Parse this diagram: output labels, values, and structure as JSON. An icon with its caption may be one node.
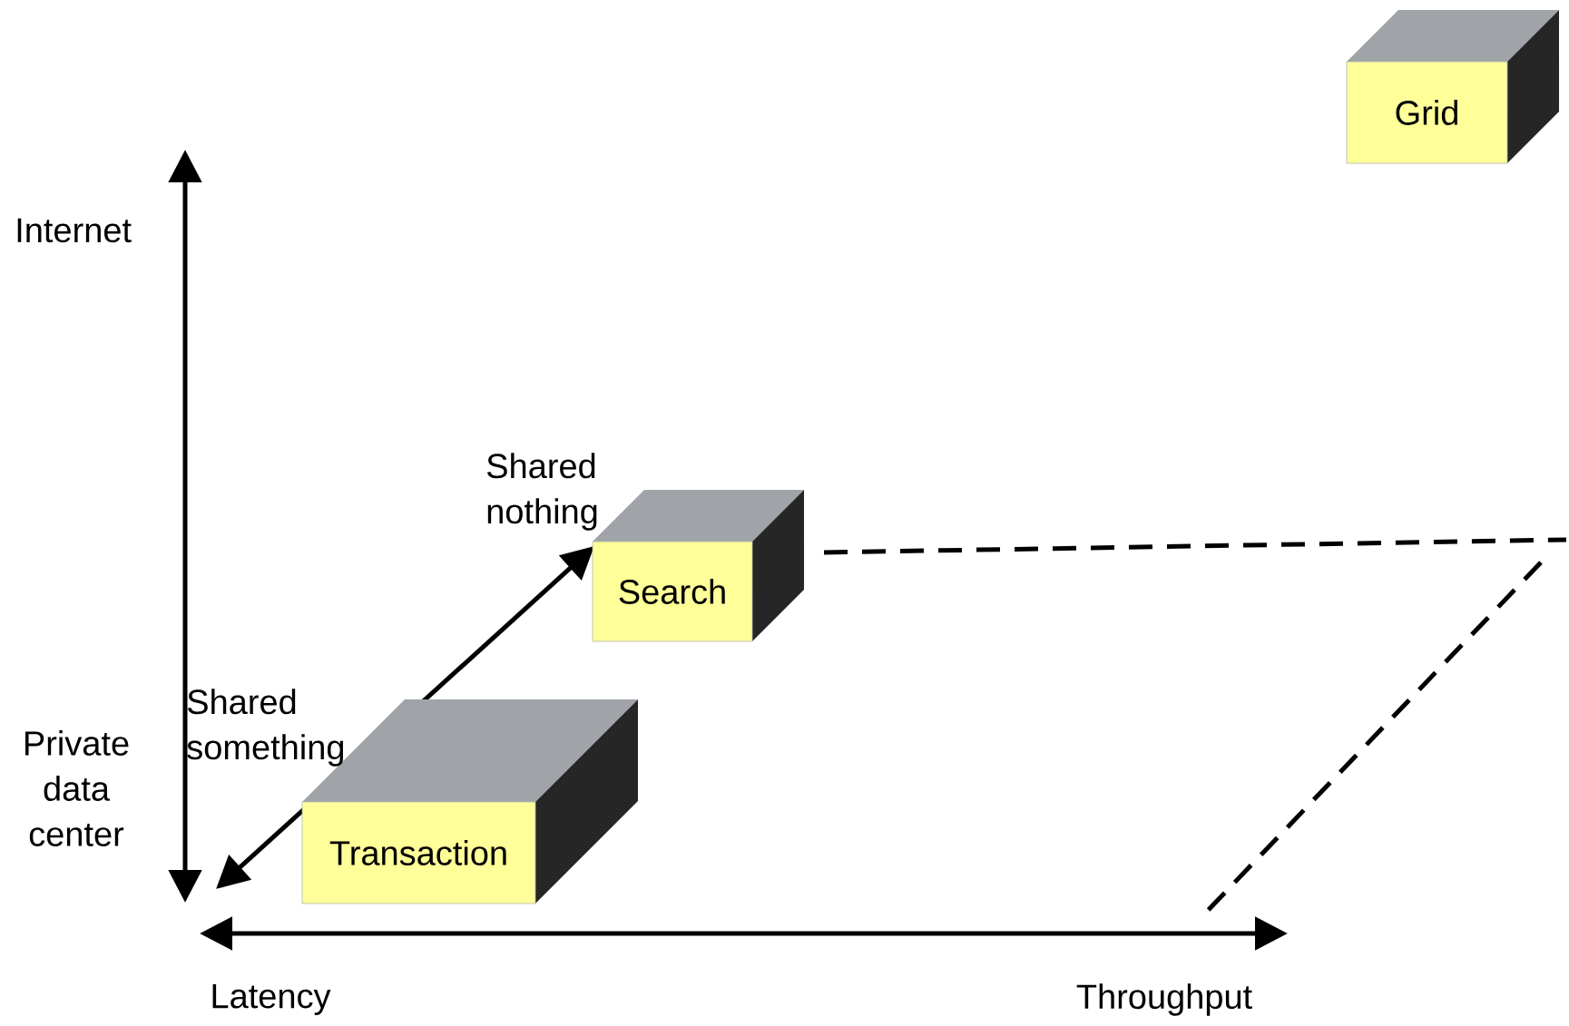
{
  "diagram": {
    "nodes": [
      {
        "text": [
          "Grid"
        ]
      },
      {
        "text": [
          "Search"
        ]
      },
      {
        "text": [
          "Transaction"
        ]
      }
    ],
    "labels": [
      "Internet",
      "Shared nothing",
      "Shared something",
      "Private data center",
      "Latency",
      "Throughput"
    ]
  }
}
